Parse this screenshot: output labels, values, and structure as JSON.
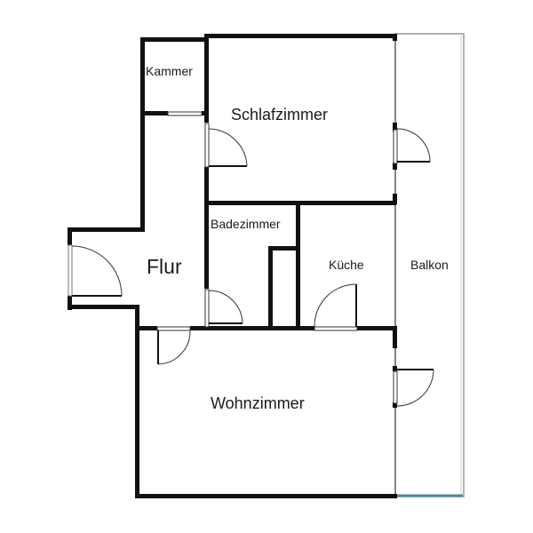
{
  "floorplan": {
    "rooms": {
      "kammer": {
        "label": "Kammer"
      },
      "schlafzimmer": {
        "label": "Schlafzimmer"
      },
      "badezimmer": {
        "label": "Badezimmer"
      },
      "flur": {
        "label": "Flur"
      },
      "kueche": {
        "label": "Küche"
      },
      "balkon": {
        "label": "Balkon"
      },
      "wohnzimmer": {
        "label": "Wohnzimmer"
      }
    },
    "colors": {
      "wall": "#111111",
      "door_line": "#333333",
      "window_frame": "#777777",
      "balcony_outline": "#999999",
      "balcony_edge": "#4a8a90",
      "background": "#ffffff"
    }
  }
}
